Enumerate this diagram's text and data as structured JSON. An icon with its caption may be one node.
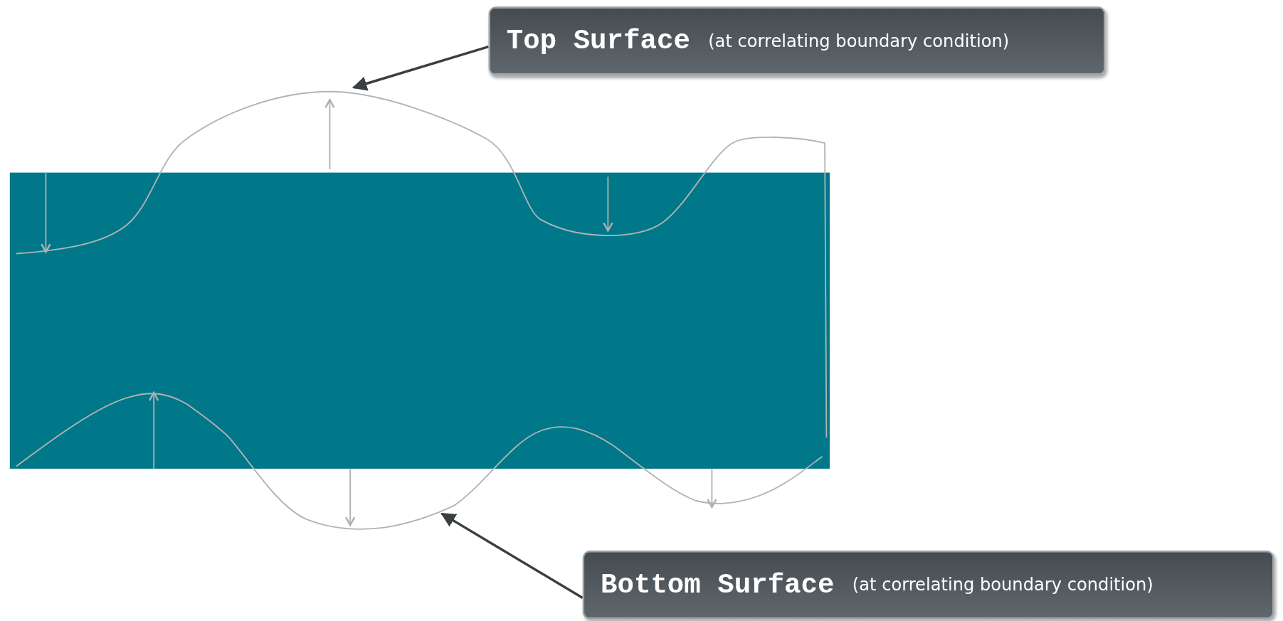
{
  "diagram": {
    "nodes": [
      {
        "text": [
          "Top Surface",
          "(at correlating boundary condition)"
        ]
      },
      {
        "text": [],
        "shape": "curve"
      },
      {
        "text": [],
        "shape": "curve"
      },
      {
        "text": [
          "Bottom Surface",
          "(at correlating boundary condition)"
        ]
      }
    ],
    "edges": [
      {
        "from": 0,
        "to": 1,
        "arrow": "to"
      },
      {
        "from": 3,
        "to": 2,
        "arrow": "to"
      }
    ]
  }
}
